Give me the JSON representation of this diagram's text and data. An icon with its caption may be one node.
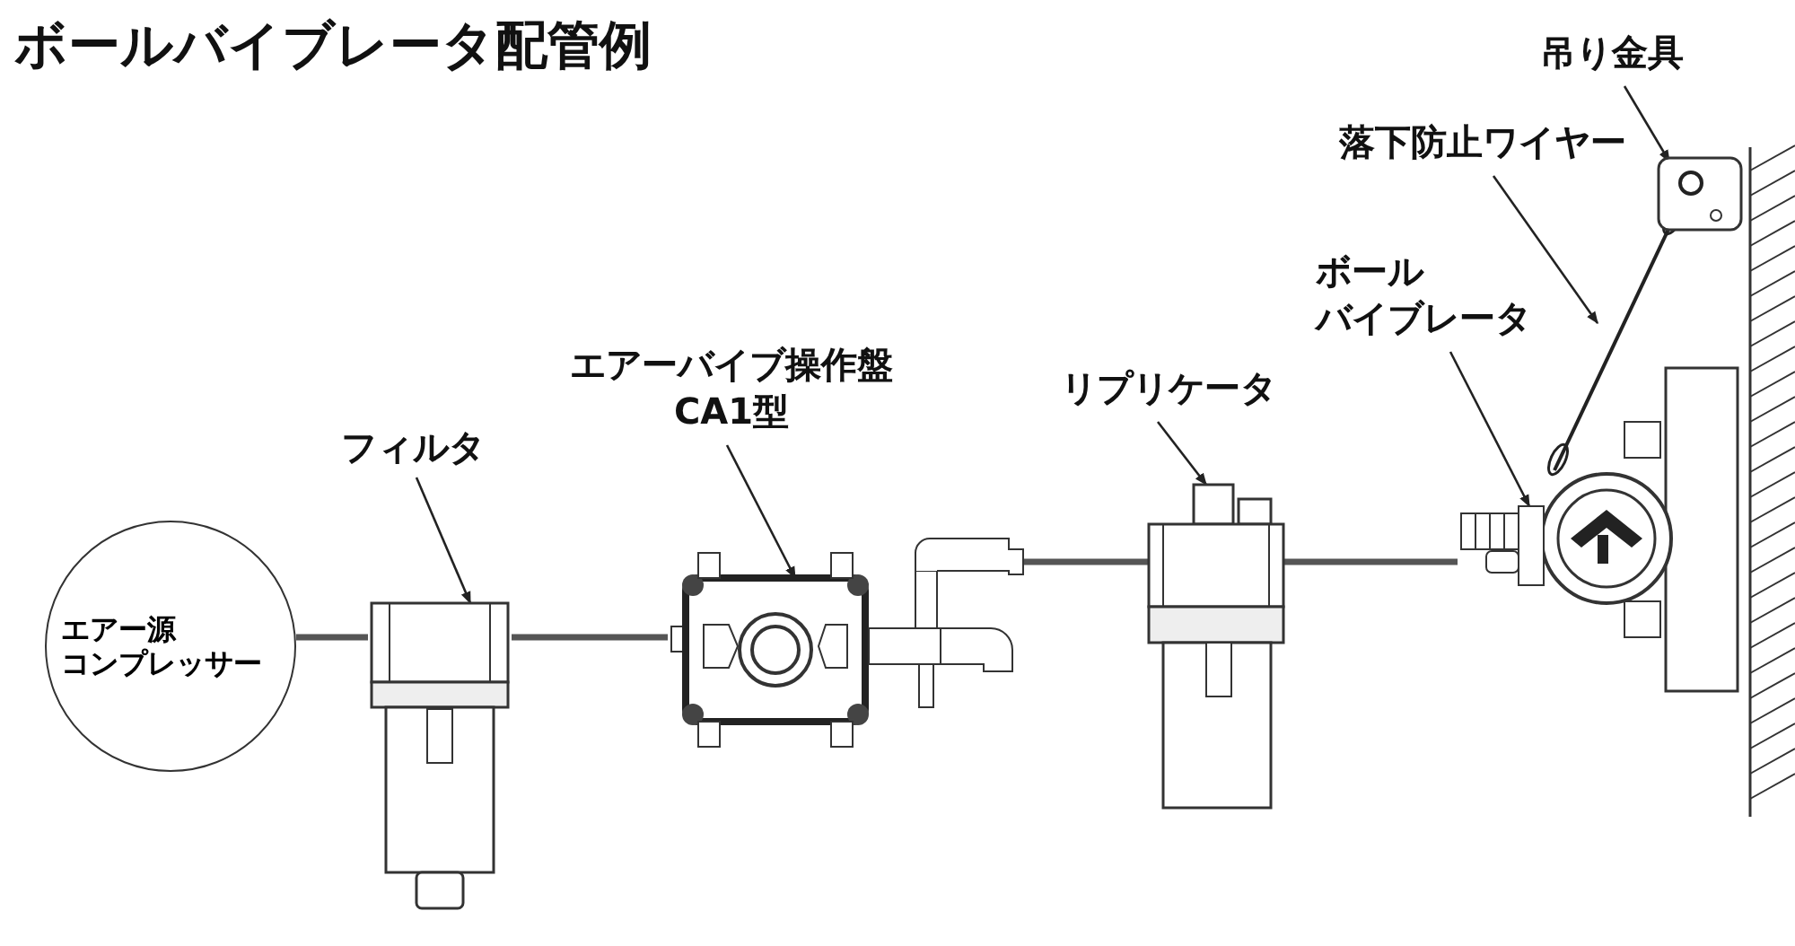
{
  "diagram": {
    "title": "ボールバイブレータ配管例",
    "nodes": [
      {
        "text": [
          "エアー源",
          "コンプレッサー"
        ]
      },
      {
        "text": [],
        "shape": "picture"
      },
      {
        "text": [],
        "shape": "picture"
      },
      {
        "text": [],
        "shape": "picture"
      },
      {
        "text": [],
        "shape": "picture"
      },
      {
        "text": [],
        "shape": "picture"
      },
      {
        "text": [],
        "shape": "picture"
      },
      {
        "text": [
          "フィルタ"
        ]
      },
      {
        "text": [
          "エアーバイブ操作盤",
          "CA1型"
        ]
      },
      {
        "text": [
          "リプリケータ"
        ]
      },
      {
        "text": [
          "ボール",
          "バイブレータ"
        ]
      },
      {
        "text": [
          "落下防止ワイヤー"
        ]
      },
      {
        "text": [
          "吊り金具"
        ]
      }
    ],
    "edges": [
      {
        "from": 0,
        "to": 1,
        "arrow": "none",
        "style": "thick"
      },
      {
        "from": 1,
        "to": 2,
        "arrow": "none",
        "style": "thick"
      },
      {
        "from": 2,
        "to": 3,
        "arrow": "none",
        "style": "thick"
      },
      {
        "from": 3,
        "to": 4,
        "arrow": "none",
        "style": "thick"
      },
      {
        "from": 7,
        "to": 1,
        "arrow": "to"
      },
      {
        "from": 8,
        "to": 2,
        "arrow": "to"
      },
      {
        "from": 9,
        "to": 3,
        "arrow": "to"
      },
      {
        "from": 10,
        "to": 4,
        "arrow": "to"
      },
      {
        "from": 11,
        "to": 5,
        "arrow": "to"
      },
      {
        "from": 12,
        "to": 6,
        "arrow": "to"
      }
    ]
  }
}
